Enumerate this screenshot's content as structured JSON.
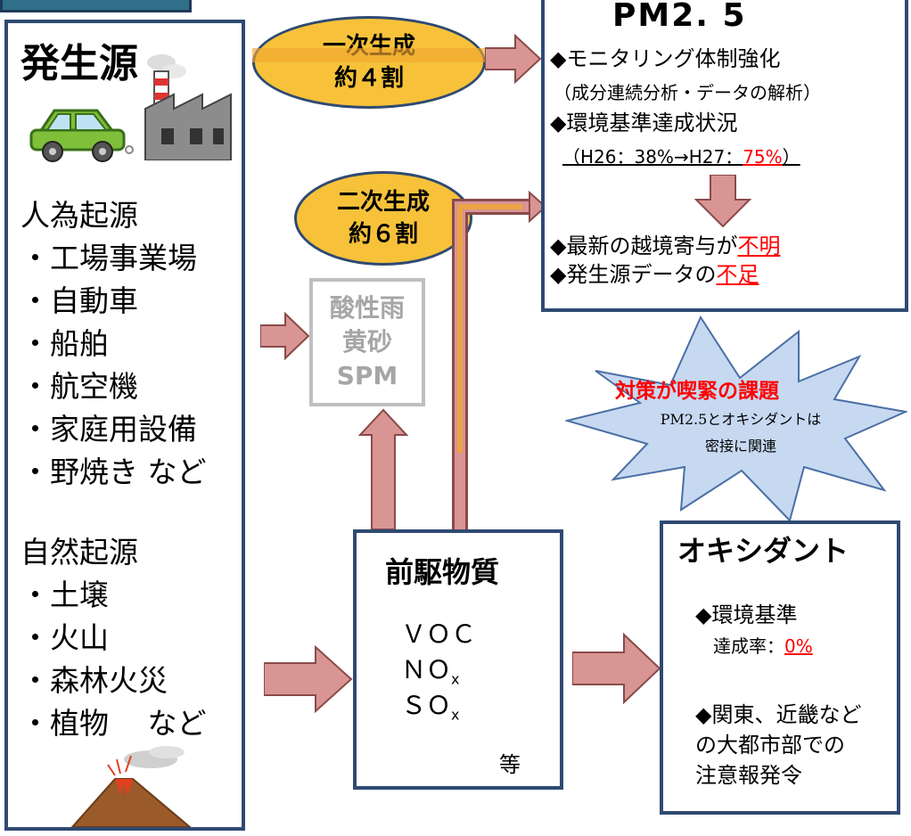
{
  "source_box": {
    "title": "発生源",
    "anthropogenic_heading": "人為起源",
    "anthropogenic_items": [
      "・工場事業場",
      "・自動車",
      "・船舶",
      "・航空機",
      "・家庭用設備",
      "・野焼き など"
    ],
    "natural_heading": "自然起源",
    "natural_items": [
      "・土壌",
      "・火山",
      "・森林火災",
      "・植物　 など"
    ]
  },
  "primary": {
    "line1": "一次生成",
    "line2": "約４割"
  },
  "secondary": {
    "line1": "二次生成",
    "line2": "約６割"
  },
  "pm25": {
    "title": "PM2. 5",
    "item1": "◆モニタリング体制強化",
    "item1_sub": "（成分連続分析・データの解析）",
    "item2": "◆環境基準達成状況",
    "item2_sub_prefix": "（H26：38%→H27：",
    "item2_sub_value": "75%",
    "item2_sub_suffix": "）",
    "issue1_prefix": "◆最新の越境寄与が",
    "issue1_red": "不明",
    "issue2_prefix": "◆発生源データの",
    "issue2_red": "不足"
  },
  "acid": {
    "line1": "酸性雨",
    "line2": "黄砂",
    "line3": "SPM"
  },
  "burst": {
    "title": "対策が喫緊の課題",
    "line1": "PM2.5とオキシダントは",
    "line2": "密接に関連"
  },
  "precursor": {
    "title": "前駆物質",
    "voc": "ＶＯＣ",
    "nox": "ＮＯ",
    "nox_sub": "x",
    "sox": "ＳＯ",
    "sox_sub": "x",
    "etc": "等"
  },
  "oxidant": {
    "title": "オキシダント",
    "item1_line1": "◆環境基準",
    "item1_line2_prefix": "達成率：",
    "item1_line2_value": "0%",
    "item2_line1": "◆関東、近畿など",
    "item2_line2": "の大都市部での",
    "item2_line3": "注意報発令"
  },
  "colors": {
    "box_border": "#2f4a72",
    "ellipse_fill": "#f7c23a",
    "arrow_fill": "#d99594",
    "burst_fill": "#c6d9f1",
    "red": "#ff0000"
  }
}
